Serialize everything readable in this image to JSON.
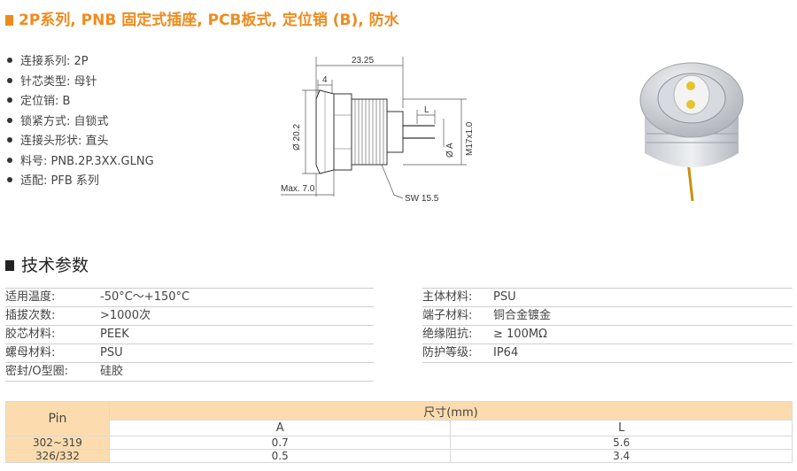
{
  "title": "2P系列, PNB 固定式插座, PCB板式, 定位销 (B), 防水",
  "specs": [
    "连接系列: 2P",
    "针芯类型: 母针",
    "定位销: B",
    "锁紧方式: 自锁式",
    "连接头形状: 直头",
    "料号: PNB.2P.3XX.GLNG",
    "适配: PFB 系列"
  ],
  "drawing": {
    "dim_length": "23.25",
    "dim_four": "4",
    "dim_dia": "Ø 20.2",
    "dim_max": "Max. 7.0",
    "dim_sw": "SW 15.5",
    "dim_l": "L",
    "dim_a": "Ø A",
    "dim_m": "M17x1.0"
  },
  "section_title": "技术参数",
  "params_left": [
    {
      "key": "适用温度:",
      "value": "-50°C～+150°C"
    },
    {
      "key": "插拔次数:",
      "value": ">1000次"
    },
    {
      "key": "胶芯材料:",
      "value": "PEEK"
    },
    {
      "key": "螺母材料:",
      "value": "PSU"
    },
    {
      "key": "密封/O型圈:",
      "value": "硅胶"
    }
  ],
  "params_right": [
    {
      "key": "主体材料:",
      "value": "PSU"
    },
    {
      "key": "端子材料:",
      "value": "铜合金镀金"
    },
    {
      "key": "绝缘阻抗:",
      "value": "≥ 100MΩ"
    },
    {
      "key": "防护等级:",
      "value": "IP64"
    }
  ],
  "table": {
    "col_pin": "Pin",
    "col_dim": "尺寸(mm)",
    "col_a": "A",
    "col_l": "L",
    "rows": [
      {
        "pin": "302~319",
        "a": "0.7",
        "l": "5.6"
      },
      {
        "pin": "326/332",
        "a": "0.5",
        "l": "3.4"
      }
    ]
  },
  "colors": {
    "accent": "#ef8b1d",
    "table_header": "#fcdcae"
  }
}
